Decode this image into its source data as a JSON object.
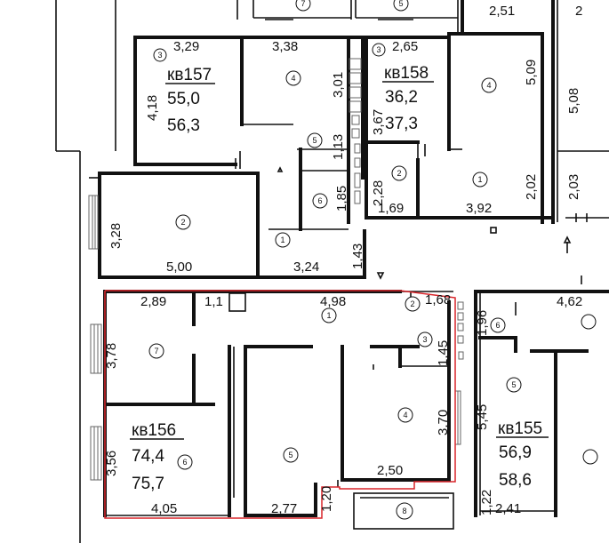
{
  "top_labels": {
    "a": "2,51",
    "b": "2"
  },
  "apartments": [
    {
      "id": "kv157",
      "name": "кв157",
      "area": "55,0",
      "area2": "56,3"
    },
    {
      "id": "kv158",
      "name": "кв158",
      "area": "36,2",
      "area2": "37,3"
    },
    {
      "id": "kv156",
      "name": "кв156",
      "area": "74,4",
      "area2": "75,7"
    },
    {
      "id": "kv155",
      "name": "кв155",
      "area": "56,9",
      "area2": "58,6"
    }
  ],
  "dims": {
    "d329": "3,29",
    "d338": "3,38",
    "d418": "4,18",
    "d301": "3,01",
    "d113": "1,13",
    "d185": "1,85",
    "d143": "1,43",
    "d328": "3,28",
    "d500": "5,00",
    "d324": "3,24",
    "d265": "2,65",
    "d367": "3,67",
    "d509": "5,09",
    "d228": "2,28",
    "d169": "1,69",
    "d392": "3,92",
    "d202": "2,02",
    "d508": "5,08",
    "d203": "2,03",
    "d289": "2,89",
    "d11": "1,1",
    "d498": "4,98",
    "d168": "1,68",
    "d196": "1,96",
    "d462": "4,62",
    "d378": "3,78",
    "d145": "1,45",
    "d545": "5,45",
    "d370": "3,70",
    "d356": "3,56",
    "d405": "4,05",
    "d277": "2,77",
    "d120": "1,20",
    "d250": "2,50",
    "d122": "1,22",
    "d241": "2,41"
  },
  "rooms": {
    "r7top": "7",
    "r5top": "5",
    "r157_3": "3",
    "r157_4": "4",
    "r157_5": "5",
    "r157_6": "6",
    "r157_1": "1",
    "r157_2": "2",
    "r158_3": "3",
    "r158_4": "4",
    "r158_2": "2",
    "r158_1": "1",
    "r156_1": "1",
    "r156_2": "2",
    "r156_3": "3",
    "r156_4": "4",
    "r156_5": "5",
    "r156_6": "6",
    "r156_7": "7",
    "r156_8": "8",
    "r155_6": "6",
    "r155_5": "5"
  },
  "colors": {
    "highlight": "#d9252a",
    "wall": "#111111"
  }
}
